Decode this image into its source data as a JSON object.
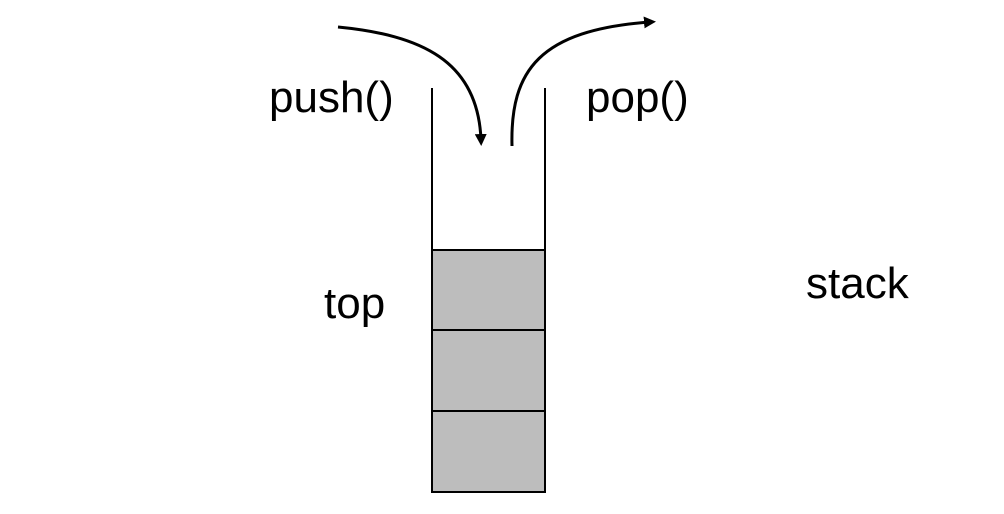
{
  "labels": {
    "push": "push()",
    "pop": "pop()",
    "top": "top",
    "stack": "stack"
  },
  "stack": {
    "filled_slots": 3,
    "slot_fill_color": "#bdbdbd",
    "outline_color": "#000000"
  },
  "arrows": {
    "push_icon": "arrow-into-stack-icon",
    "pop_icon": "arrow-out-of-stack-icon"
  }
}
